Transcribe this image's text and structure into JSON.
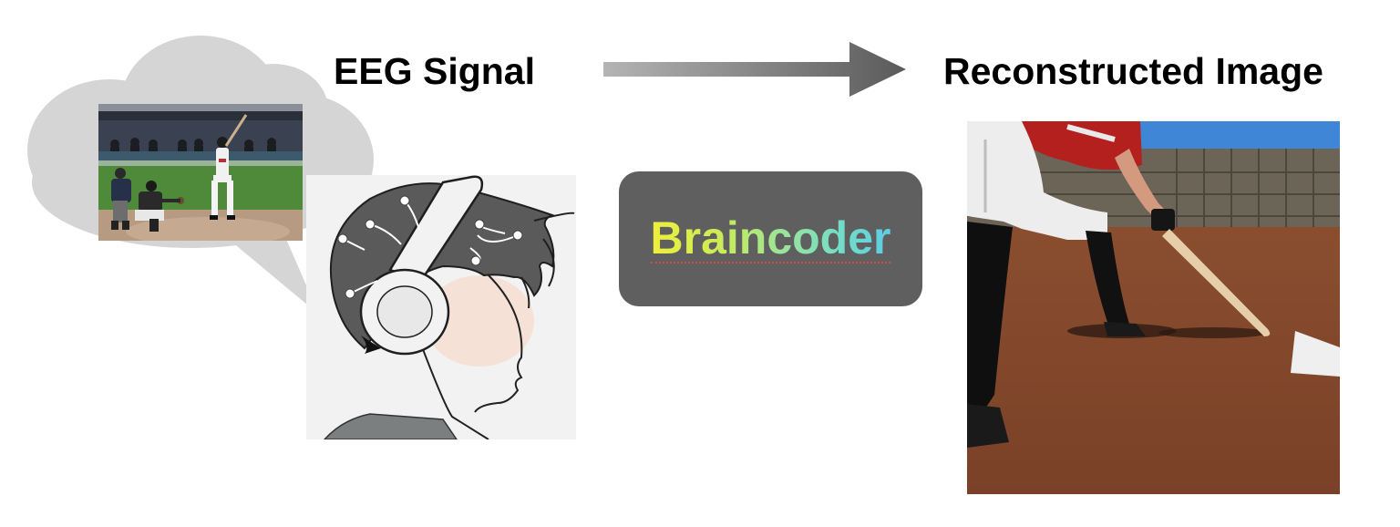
{
  "headings": {
    "eeg_signal": "EEG Signal",
    "reconstructed_image": "Reconstructed Image"
  },
  "model": {
    "label": "Braincoder",
    "box_color": "#5f5f5f"
  },
  "icons": {
    "arrow": "right-arrow-icon",
    "thought": "thought-bubble-icon"
  },
  "colors": {
    "arrow_start": "#b4b4b4",
    "arrow_end": "#5a5a5a",
    "bubble": "#d4d4d4",
    "label_gradient": [
      "#f0ee3a",
      "#9be39a",
      "#5ccde6"
    ]
  }
}
